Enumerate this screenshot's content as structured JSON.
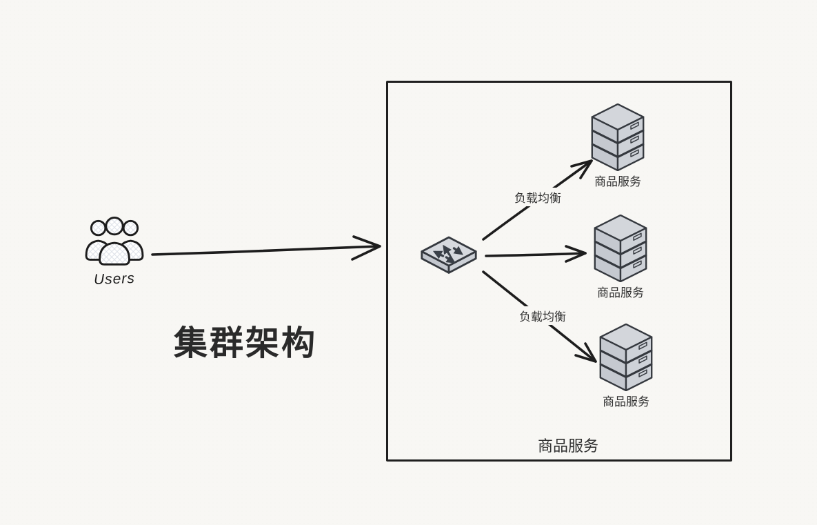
{
  "title": "集群架构",
  "users": {
    "label": "Users"
  },
  "load_balancing_labels": {
    "top": "负载均衡",
    "bottom": "负载均衡"
  },
  "servers": [
    {
      "label": "商品服务"
    },
    {
      "label": "商品服务"
    },
    {
      "label": "商品服务"
    }
  ],
  "cluster_box": {
    "label": "商品服务"
  },
  "colors": {
    "background": "#f8f7f4",
    "ink": "#1d1d1d",
    "icon_fill_top": "#d3d6db",
    "icon_fill_left": "#c5c9d0",
    "icon_fill_right": "#ced2d8",
    "icon_outline": "#35393f"
  }
}
